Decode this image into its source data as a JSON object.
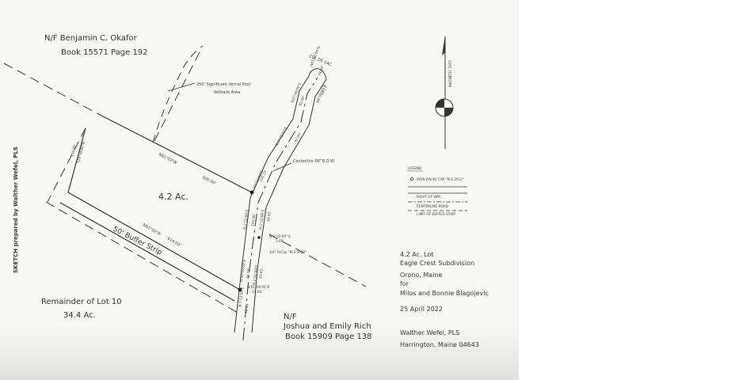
{
  "abutters": {
    "north_name": "N/F Benjamin C. Okafor",
    "north_book": "Book 15571 Page 192",
    "south_nf": "N/F",
    "south_name": "Joshua and Emily Rich",
    "south_book": "Book 15909 Page 138"
  },
  "vernal_pool": {
    "line1": "250' Significant Vernal Pool",
    "line2": "Setback Area"
  },
  "cul_de_sac": "CUL DE SAC",
  "centerline_label": "Centerline 66' R.O.W.",
  "lot": {
    "area": "4.2 Ac.",
    "north_bearing": "N61°02'W",
    "north_distance": "500.00'",
    "south_bearing": "N61°02'W",
    "south_distance": "614.03'",
    "west_bearing": "S28°58'00\"W",
    "west_distance": "250.00'",
    "buffer": "50' Buffer Strip"
  },
  "remainder": {
    "line1": "Remainder of Lot 10",
    "line2": "34.4 Ac."
  },
  "sketch_credit": "SKETCH prepared by Walther Wefel, PLS",
  "north_arrow": "MAGNETIC 1977",
  "legend": {
    "title": "LEGEND",
    "items": [
      "IRON PIN W/ CAP \"PLS 2012\"",
      "RIGHT OF WAY",
      "CENTERLINE ROAD",
      "LIMIT OF BUFFER STRIP"
    ]
  },
  "road_labels": {
    "b1": "N61°45'00\"E",
    "b1d": "44.49'",
    "b2": "N37°45'00\"E",
    "b2d": "92.00'",
    "b3": "N4°00'00\"E",
    "b3d": "66.12'",
    "b4": "N57°45'00\"E",
    "b4d": "92.00'",
    "b5": "N1°22'00\"E",
    "b5d": "126.13'",
    "b6": "N 1°22'00\" E",
    "b6d": "3.60'",
    "b7": "N 1°22'00\"E",
    "b7d": "144.00'",
    "b8": "N 1°22'00\"E",
    "b8d": "64.55'",
    "b9": "N 61°02'00\"E",
    "b9d": "66.00'",
    "b10": "N 1°22'00\"E",
    "b10d": "43.93'",
    "pin": "3/4\" R/Cap \"PLS 2012\"",
    "b11": "N 1°22'00\"E",
    "b11d": "96.00'",
    "b12": "N 61°02'00\"E",
    "b12d": "33.00'"
  },
  "title_block": {
    "line1": "4.2 Ac. Lot",
    "line2": "Eagle Crest Subdivision",
    "line3": "Orono, Maine",
    "line4": "for",
    "line5": "Milos and Bonnie Blagojevic",
    "date": "25 April 2022",
    "surveyor": "Walther Wefel, PLS",
    "address": "Harrington, Maine  04643"
  }
}
